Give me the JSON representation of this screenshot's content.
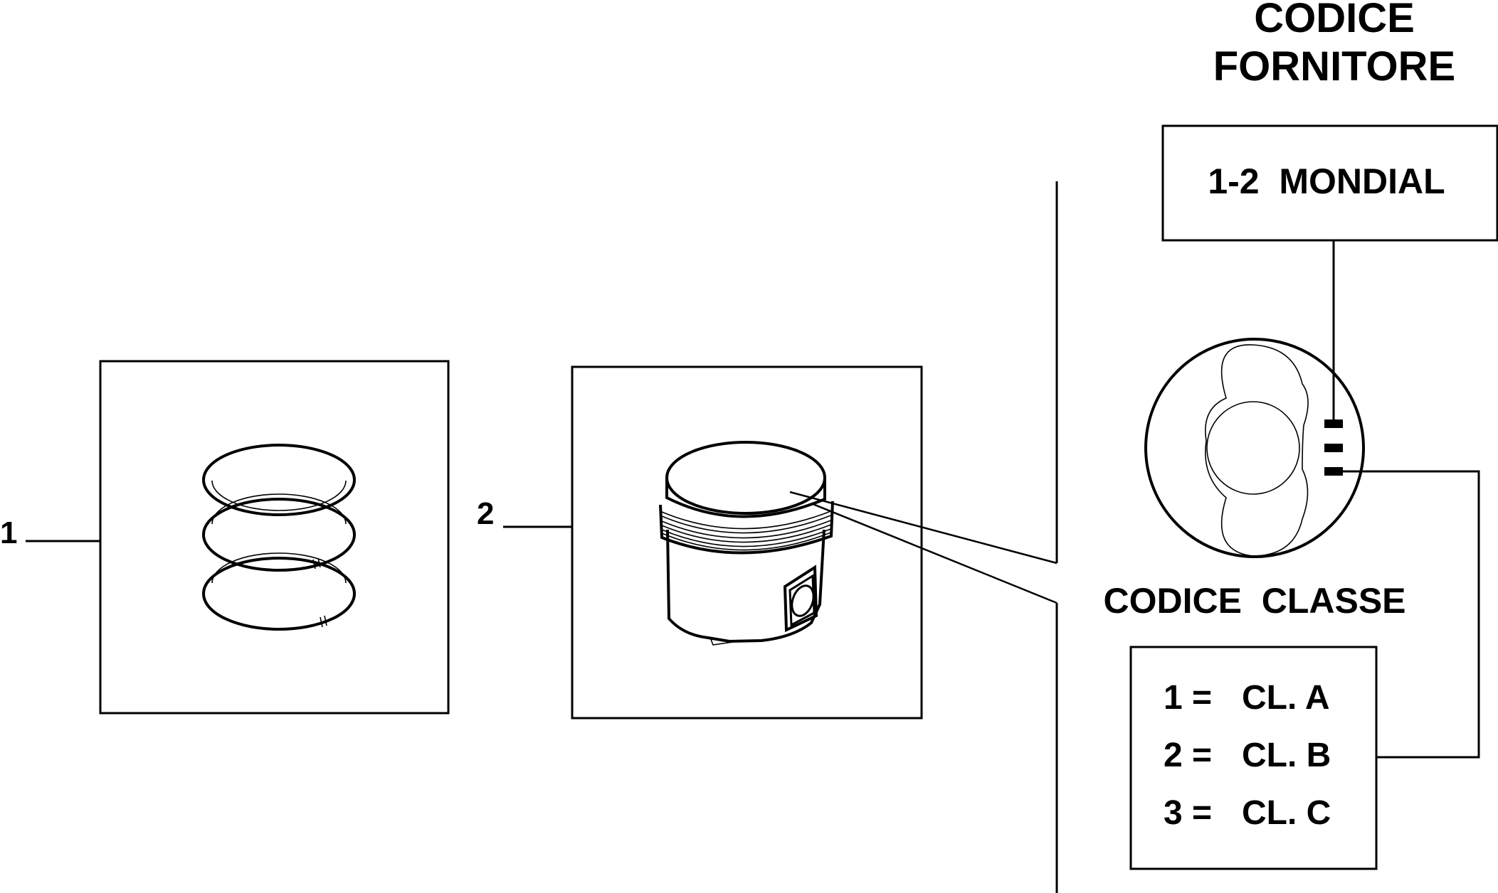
{
  "items": [
    {
      "number": "1"
    },
    {
      "number": "2"
    }
  ],
  "supplier": {
    "title_line1": "CODICE",
    "title_line2": "FORNITORE",
    "code": "1-2  MONDIAL"
  },
  "class_code": {
    "title": "CODICE  CLASSE",
    "rows": [
      {
        "num": "1 =",
        "cls": "CL. A"
      },
      {
        "num": "2 =",
        "cls": "CL. B"
      },
      {
        "num": "3 =",
        "cls": "CL. C"
      }
    ]
  },
  "colors": {
    "line": "#000000",
    "background": "#ffffff"
  }
}
